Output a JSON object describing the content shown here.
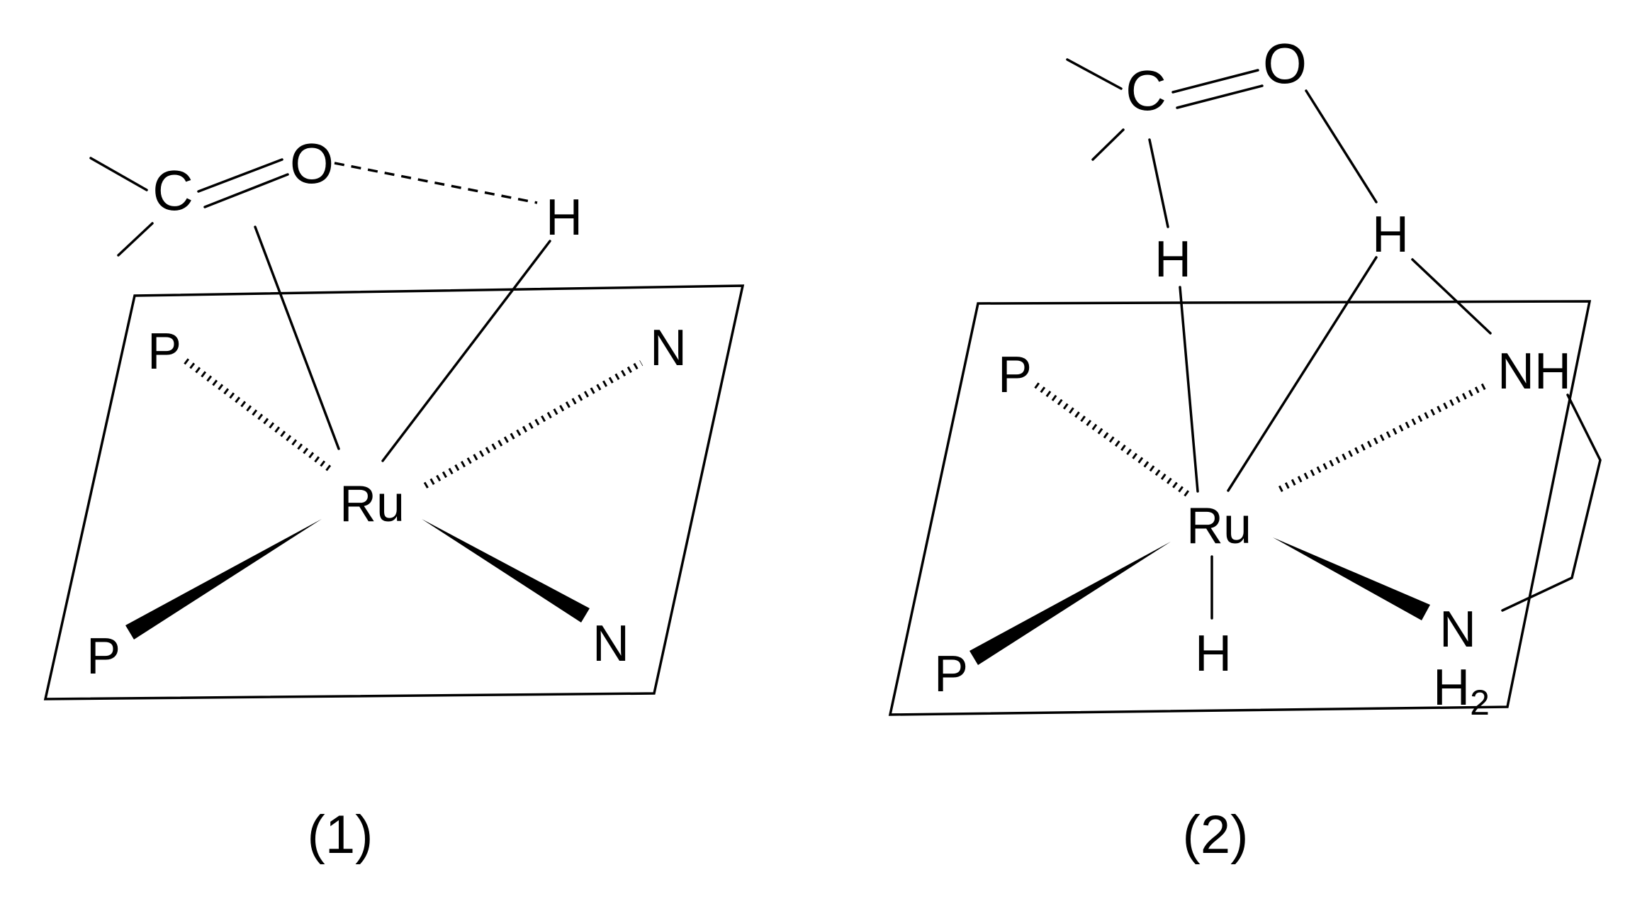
{
  "structures": [
    {
      "label": "(1)",
      "atoms": {
        "carbon": "C",
        "oxygen": "O",
        "hydrogen": "H",
        "ruthenium": "Ru",
        "p_upper": "P",
        "p_lower": "P",
        "n_upper": "N",
        "n_lower": "N"
      }
    },
    {
      "label": "(2)",
      "atoms": {
        "carbon": "C",
        "oxygen": "O",
        "h_carbonyl": "H",
        "h_amine": "H",
        "ruthenium": "Ru",
        "p_upper": "P",
        "p_lower": "P",
        "nh": "NH",
        "n_lower": "N",
        "h2_base": "H",
        "h2_sub": "2",
        "h_lower": "H"
      }
    }
  ]
}
